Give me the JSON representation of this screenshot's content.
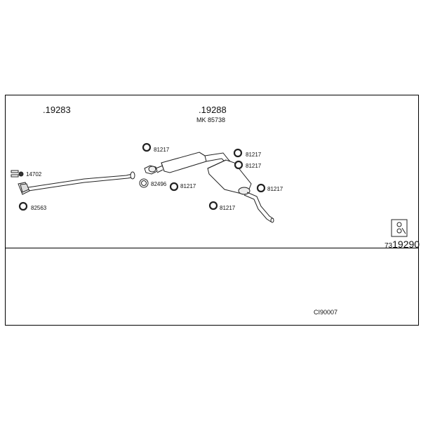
{
  "groups": {
    "left": {
      "number": ".19283"
    },
    "center": {
      "number": ".19288",
      "kit": "MK 85738"
    }
  },
  "parts": {
    "p14702": "14702",
    "p82563": "82563",
    "p82496": "82496",
    "p81217_a": "81217",
    "p81217_b": "81217",
    "p81217_c": "81217",
    "p81217_d": "81217",
    "p81217_e": "81217",
    "p81217_f": "81217"
  },
  "reference": {
    "prefix": "73",
    "number": "19290"
  },
  "diagram_code": "CI90007",
  "icons": {
    "ring": "rubber-hanger-ring-icon",
    "fastener": "bolt-kit-icon",
    "clamp": "clamp-icon",
    "mounting": "mounting-kit-icon"
  }
}
